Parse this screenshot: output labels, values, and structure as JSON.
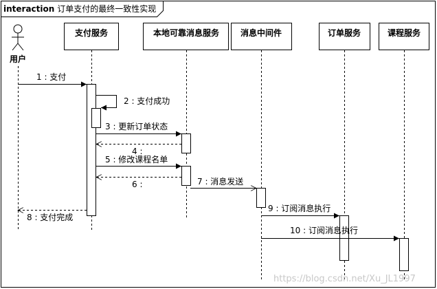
{
  "frame": {
    "keyword": "interaction",
    "title": "订单支付的最终一致性实现"
  },
  "actor": {
    "label": "用户"
  },
  "participants": [
    {
      "id": "pay",
      "label": "支付服务"
    },
    {
      "id": "local",
      "label": "本地可靠消息服务"
    },
    {
      "id": "mq",
      "label": "消息中间件"
    },
    {
      "id": "order",
      "label": "订单服务"
    },
    {
      "id": "course",
      "label": "课程服务"
    }
  ],
  "messages": [
    {
      "label": "1 : 支付",
      "from": "user",
      "to": "pay",
      "kind": "sync"
    },
    {
      "label": "2 : 支付成功",
      "from": "pay",
      "to": "pay",
      "kind": "self"
    },
    {
      "label": "3 : 更新订单状态",
      "from": "pay",
      "to": "local",
      "kind": "sync"
    },
    {
      "label": "4 :",
      "from": "local",
      "to": "pay",
      "kind": "return"
    },
    {
      "label": "5 : 修改课程名单",
      "from": "pay",
      "to": "local",
      "kind": "sync"
    },
    {
      "label": "6 :",
      "from": "local",
      "to": "pay",
      "kind": "return"
    },
    {
      "label": "7 : 消息发送",
      "from": "local",
      "to": "mq",
      "kind": "async"
    },
    {
      "label": "8 : 支付完成",
      "from": "pay",
      "to": "user",
      "kind": "return"
    },
    {
      "label": "9 : 订阅消息执行",
      "from": "mq",
      "to": "order",
      "kind": "sync"
    },
    {
      "label": "10 : 订阅消息执行",
      "from": "mq",
      "to": "course",
      "kind": "sync"
    }
  ],
  "watermark": "https://blog.csdn.net/Xu_JL1997"
}
